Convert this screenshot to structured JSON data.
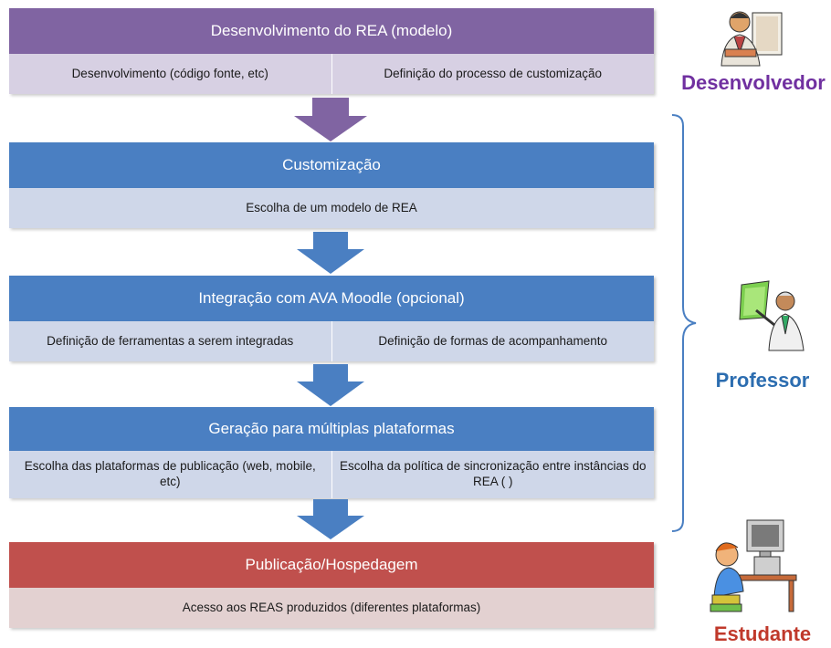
{
  "colors": {
    "purple": "#8064a2",
    "purple_light": "#d7d0e3",
    "blue": "#4a7fc2",
    "blue_light": "#cfd7e9",
    "red": "#c0504d",
    "red_light": "#e3d1d1",
    "professor_text": "#2c6db0",
    "desenvolvedor_text": "#7030a0",
    "estudante_text": "#c0392b"
  },
  "stages": [
    {
      "title": "Desenvolvimento do REA (modelo)",
      "items": [
        "Desenvolvimento (código fonte, etc)",
        "Definição do processo de customização"
      ]
    },
    {
      "title": "Customização",
      "items": [
        "Escolha de um modelo de REA"
      ]
    },
    {
      "title": "Integração com AVA Moodle (opcional)",
      "items": [
        "Definição de ferramentas a serem integradas",
        "Definição de formas de acompanhamento"
      ]
    },
    {
      "title": "Geração para múltiplas plataformas",
      "items": [
        "Escolha das plataformas  de publicação (web, mobile, etc)",
        "Escolha da política de sincronização entre instâncias do REA ( )"
      ]
    },
    {
      "title": "Publicação/Hospedagem",
      "items": [
        "Acesso aos REAS produzidos (diferentes plataformas)"
      ]
    }
  ],
  "roles": {
    "desenvolvedor": "Desenvolvedor",
    "professor": "Professor",
    "estudante": "Estudante"
  }
}
